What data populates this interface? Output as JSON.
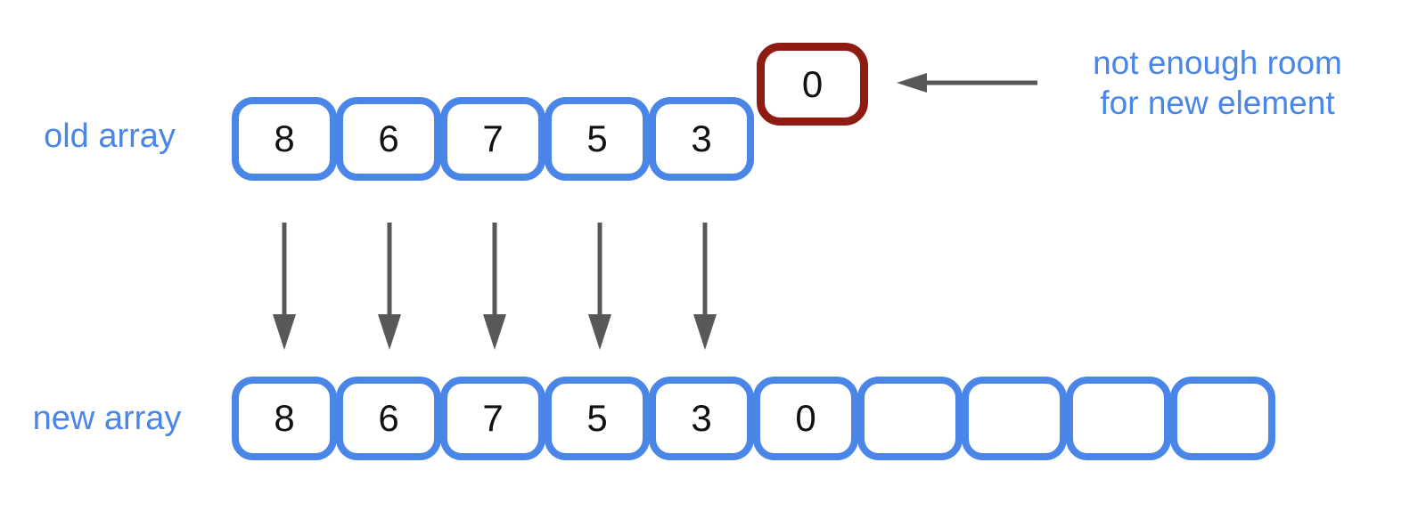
{
  "old_array": {
    "label": "old array",
    "cells": [
      "8",
      "6",
      "7",
      "5",
      "3"
    ]
  },
  "overflow_cell": {
    "value": "0"
  },
  "new_array": {
    "label": "new array",
    "cells": [
      "8",
      "6",
      "7",
      "5",
      "3",
      "0",
      "",
      "",
      "",
      ""
    ]
  },
  "note": {
    "line1": "not enough room",
    "line2": "for new element"
  },
  "icons": {
    "down_arrows": "down-arrow-icon x5 (copy old values into new array)",
    "left_arrow": "left-arrow-icon (points at overflow cell)"
  },
  "colors": {
    "array_blue": "#4a86e8",
    "label_blue": "#4a86e8",
    "overflow_red": "#8e1c12",
    "arrow_gray": "#58585a",
    "digit_black": "#111111",
    "background": "#ffffff"
  }
}
